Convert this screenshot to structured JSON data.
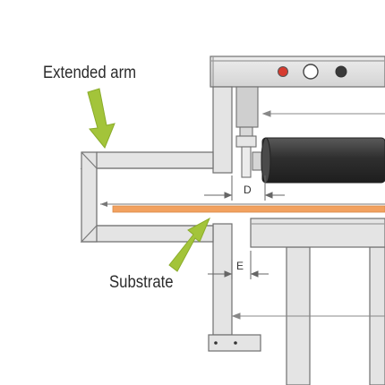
{
  "labels": {
    "extended_arm": "Extended arm",
    "substrate": "Substrate",
    "dimension_d": "D",
    "dimension_e": "E"
  },
  "colors": {
    "frame_fill": "#e4e4e4",
    "frame_stroke": "#6f6f6f",
    "accent_arrow": "#a3c43a",
    "substrate": "#f2a15f",
    "roller": "#3a3a3a",
    "indicator_red": "#d63b2f",
    "indicator_white": "#ffffff",
    "indicator_dark": "#3a3a3a"
  },
  "icons": [
    "arrow-down-icon",
    "arrow-up-icon"
  ]
}
